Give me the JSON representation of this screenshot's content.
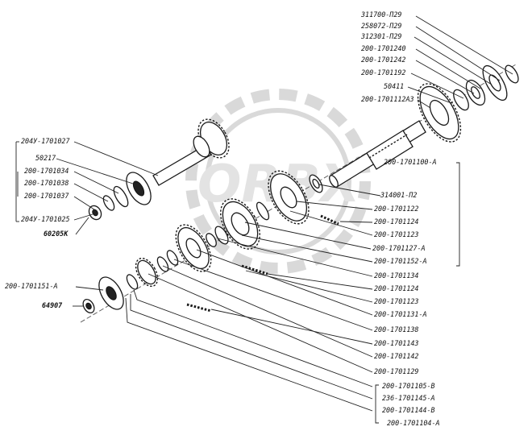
{
  "watermark": {
    "text": "ORBX"
  },
  "labels": {
    "l01": "311700-П29",
    "l02": "258072-П29",
    "l03": "312301-П29",
    "l04": "200-1701240",
    "l05": "200-1701242",
    "l06": "200-1701192",
    "l07": "50411",
    "l08": "200-1701112АЗ",
    "l09": "204У-1701027",
    "l10": "50217",
    "l11": "200-1701034",
    "l12": "200-1701038",
    "l13": "200-1701037",
    "l14": "204У-1701025",
    "l15": "60205К",
    "l16": "200-1701100-А",
    "l17": "314001-П2",
    "l18": "200-1701122",
    "l19": "200-1701124",
    "l20": "200-1701123",
    "l21": "200-1701127-А",
    "l22": "200-1701152-А",
    "l23": "200-1701134",
    "l24": "200-1701124",
    "l25": "200-1701123",
    "l26": "200-1701131-А",
    "l27": "200-1701151-А",
    "l28": "64907",
    "l29": "200-1701138",
    "l30": "200-1701143",
    "l31": "200-1701142",
    "l32": "200-1701129",
    "l33": "200-1701105-В",
    "l34": "236-1701145-А",
    "l35": "200-1701144-В",
    "l36": "200-1701104-А"
  }
}
